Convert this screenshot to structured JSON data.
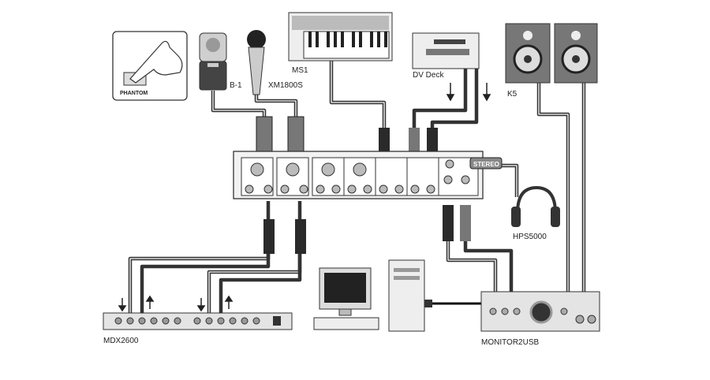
{
  "labels": {
    "phantom": "PHANTOM",
    "b1": "B-1",
    "xm1800s": "XM1800S",
    "ms1": "MS1",
    "dv_deck": "DV Deck",
    "k5": "K5",
    "stereo": "STEREO",
    "hps5000": "HPS5000",
    "mdx2600": "MDX2600",
    "monitor2usb": "MONITOR2USB"
  },
  "colors": {
    "line": "#333333",
    "device": "#e8e8e8",
    "plug_dark": "#2a2a2a",
    "plug_grey": "#777777"
  }
}
